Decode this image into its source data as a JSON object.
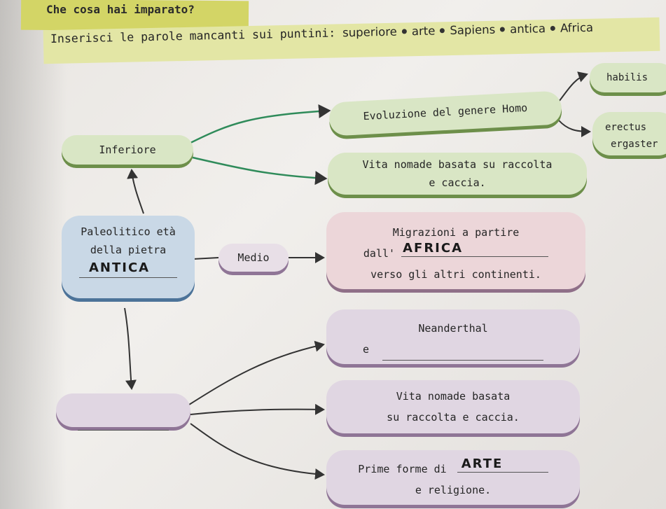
{
  "header": {
    "title": "Che cosa hai imparato?",
    "instruction_lead": "Inserisci le parole mancanti sui puntini:",
    "word_bank": [
      "superiore",
      "arte",
      "Sapiens",
      "antica",
      "Africa"
    ]
  },
  "map": {
    "paleolitico": {
      "line1": "Paleolitico età",
      "line2": "della pietra",
      "answer": "ANTICA"
    },
    "inferiore": {
      "label": "Inferiore"
    },
    "evoluzione": {
      "label": "Evoluzione del genere Homo"
    },
    "species": {
      "habilis": "habilis",
      "erectus": "erectus",
      "ergaster": "ergaster"
    },
    "vita_inferiore": {
      "line1": "Vita nomade basata su raccolta",
      "line2": "e caccia."
    },
    "medio": {
      "label": "Medio"
    },
    "migrazioni": {
      "line1": "Migrazioni a partire",
      "line2_prefix": "dall'",
      "answer": "AFRICA",
      "line3": "verso gli altri continenti."
    },
    "neanderthal": {
      "line1": "Neanderthal",
      "line2_prefix": "e"
    },
    "vita_superiore": {
      "line1": "Vita nomade basata",
      "line2": "su raccolta e caccia."
    },
    "arte": {
      "line1_prefix": "Prime forme di",
      "answer": "ARTE",
      "line2": "e religione."
    }
  }
}
